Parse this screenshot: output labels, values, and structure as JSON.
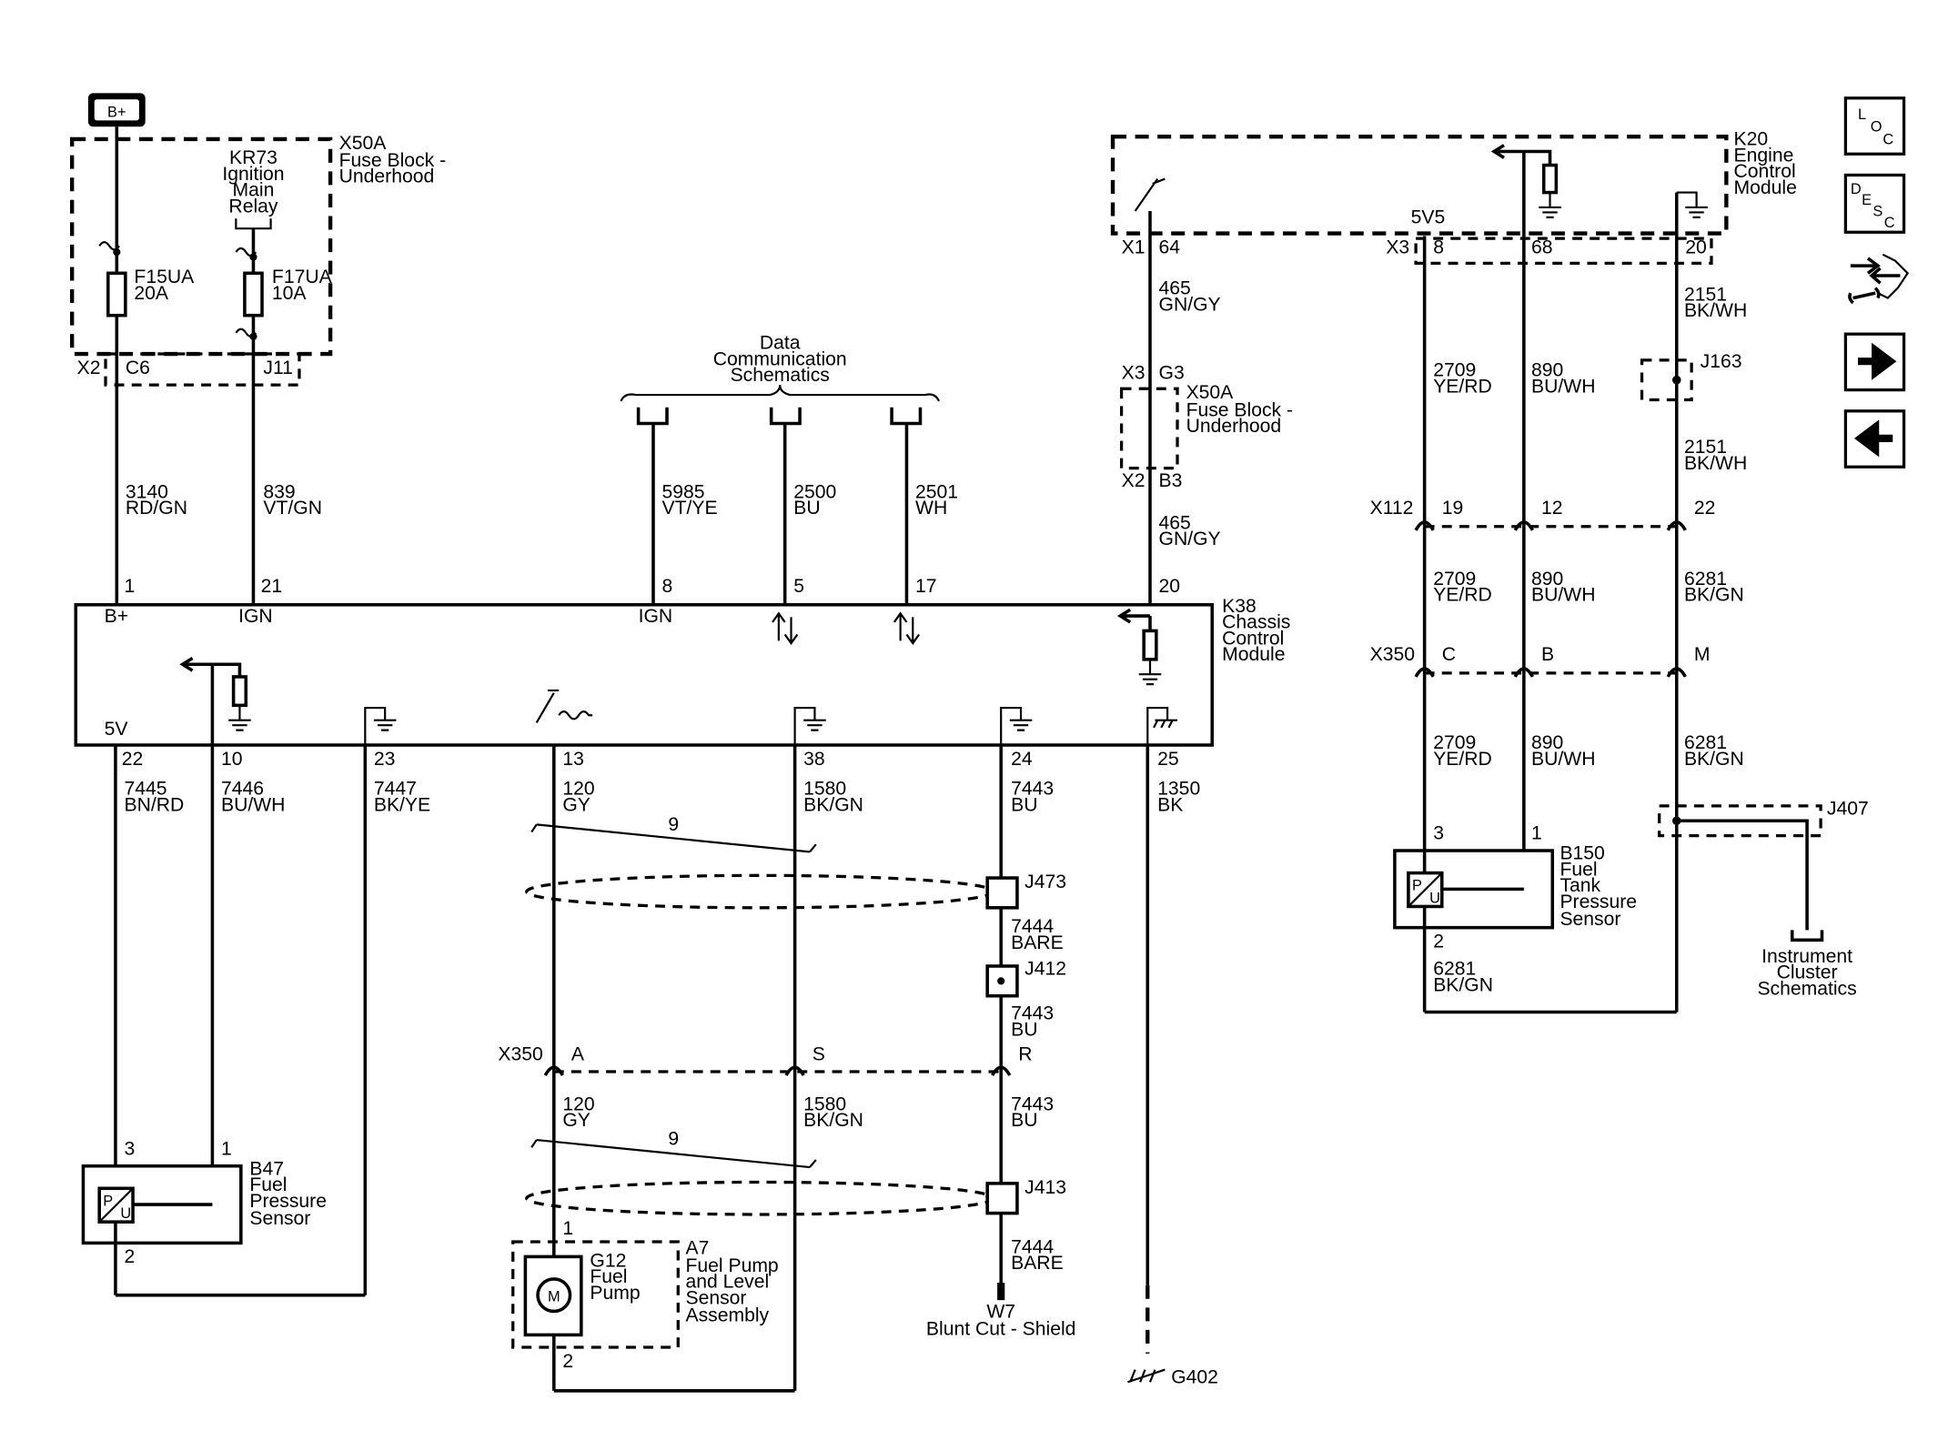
{
  "battery": "B+",
  "fuse_block_top": {
    "id": "X50A",
    "lines": [
      "Fuse Block -",
      "Underhood"
    ]
  },
  "relay": {
    "lines": [
      "KR73",
      "Ignition",
      "Main",
      "Relay"
    ]
  },
  "fuses": [
    {
      "id": "F15UA",
      "rating": "20A"
    },
    {
      "id": "F17UA",
      "rating": "10A"
    }
  ],
  "connector_labels": {
    "x2": "X2",
    "c6": "C6",
    "j11": "J11",
    "x1": "X1",
    "p64": "64",
    "x3a": "X3",
    "g3": "G3",
    "x2b": "X2",
    "b3": "B3",
    "x3b": "X3",
    "p8": "8",
    "p68": "68",
    "p20": "20",
    "fivev5": "5V5",
    "x112": "X112",
    "p19": "19",
    "p12": "12",
    "p22": "22",
    "x350a": "X350",
    "pc": "C",
    "pb": "B",
    "pm": "M",
    "x350b": "X350",
    "pa": "A",
    "ps": "S",
    "pr": "R"
  },
  "data_comm": [
    "Data",
    "Communication",
    "Schematics"
  ],
  "wires": {
    "w3140": [
      "3140",
      "RD/GN"
    ],
    "w839": [
      "839",
      "VT/GN"
    ],
    "w5985": [
      "5985",
      "VT/YE"
    ],
    "w2500": [
      "2500",
      "BU"
    ],
    "w2501": [
      "2501",
      "WH"
    ],
    "w465a": [
      "465",
      "GN/GY"
    ],
    "w465b": [
      "465",
      "GN/GY"
    ],
    "w2709a": [
      "2709",
      "YE/RD"
    ],
    "w2709b": [
      "2709",
      "YE/RD"
    ],
    "w2709c": [
      "2709",
      "YE/RD"
    ],
    "w890a": [
      "890",
      "BU/WH"
    ],
    "w890b": [
      "890",
      "BU/WH"
    ],
    "w890c": [
      "890",
      "BU/WH"
    ],
    "w2151a": [
      "2151",
      "BK/WH"
    ],
    "w2151b": [
      "2151",
      "BK/WH"
    ],
    "w6281a": [
      "6281",
      "BK/GN"
    ],
    "w6281b": [
      "6281",
      "BK/GN"
    ],
    "w6281c": [
      "6281",
      "BK/GN"
    ],
    "w7445": [
      "7445",
      "BN/RD"
    ],
    "w7446": [
      "7446",
      "BU/WH"
    ],
    "w7447": [
      "7447",
      "BK/YE"
    ],
    "w120a": [
      "120",
      "GY"
    ],
    "w120b": [
      "120",
      "GY"
    ],
    "w1580a": [
      "1580",
      "BK/GN"
    ],
    "w1580b": [
      "1580",
      "BK/GN"
    ],
    "w7443a": [
      "7443",
      "BU"
    ],
    "w7443b": [
      "7443",
      "BU"
    ],
    "w7443c": [
      "7443",
      "BU"
    ],
    "w7444a": [
      "7444",
      "BARE"
    ],
    "w7444b": [
      "7444",
      "BARE"
    ],
    "w1350": [
      "1350",
      "BK"
    ]
  },
  "k38": {
    "id": "K38",
    "lines": [
      "Chassis",
      "Control",
      "Module"
    ],
    "top_pins": [
      "1",
      "21",
      "8",
      "5",
      "17",
      "20"
    ],
    "top_labels": [
      "B+",
      "IGN",
      "IGN"
    ],
    "bottom_pins": [
      "22",
      "10",
      "23",
      "13",
      "38",
      "24",
      "25"
    ],
    "five_v": "5V"
  },
  "k20": {
    "id": "K20",
    "lines": [
      "Engine",
      "Control",
      "Module"
    ]
  },
  "fuse_block_mid": {
    "id": "X50A",
    "lines": [
      "Fuse Block -",
      "Underhood"
    ]
  },
  "splices": {
    "j163": "J163",
    "j473": "J473",
    "j412": "J412",
    "j413": "J413",
    "j407": "J407"
  },
  "twist_count": [
    "9",
    "9"
  ],
  "b47": {
    "id": "B47",
    "lines": [
      "Fuel",
      "Pressure",
      "Sensor"
    ],
    "pins": [
      "3",
      "1",
      "2"
    ]
  },
  "b150": {
    "id": "B150",
    "lines": [
      "Fuel",
      "Tank",
      "Pressure",
      "Sensor"
    ],
    "pins": [
      "3",
      "1",
      "2"
    ]
  },
  "a7": {
    "id": "A7",
    "lines": [
      "Fuel Pump",
      "and Level",
      "Sensor",
      "Assembly"
    ]
  },
  "g12": {
    "id": "G12",
    "lines": [
      "Fuel",
      "Pump"
    ],
    "pins": [
      "1",
      "2"
    ],
    "motor": "M"
  },
  "sensor_glyph": {
    "p": "P",
    "u": "U"
  },
  "w7": {
    "id": "W7",
    "label": "Blunt Cut - Shield"
  },
  "g402": "G402",
  "instrument_cluster": [
    "Instrument",
    "Cluster",
    "Schematics"
  ],
  "nav": {
    "loc": [
      "L",
      "O",
      "C"
    ],
    "desc": [
      "D",
      "E",
      "S",
      "C"
    ],
    "tools_icon": "tools-icon",
    "next_icon": "arrow-right-icon",
    "prev_icon": "arrow-left-icon"
  }
}
